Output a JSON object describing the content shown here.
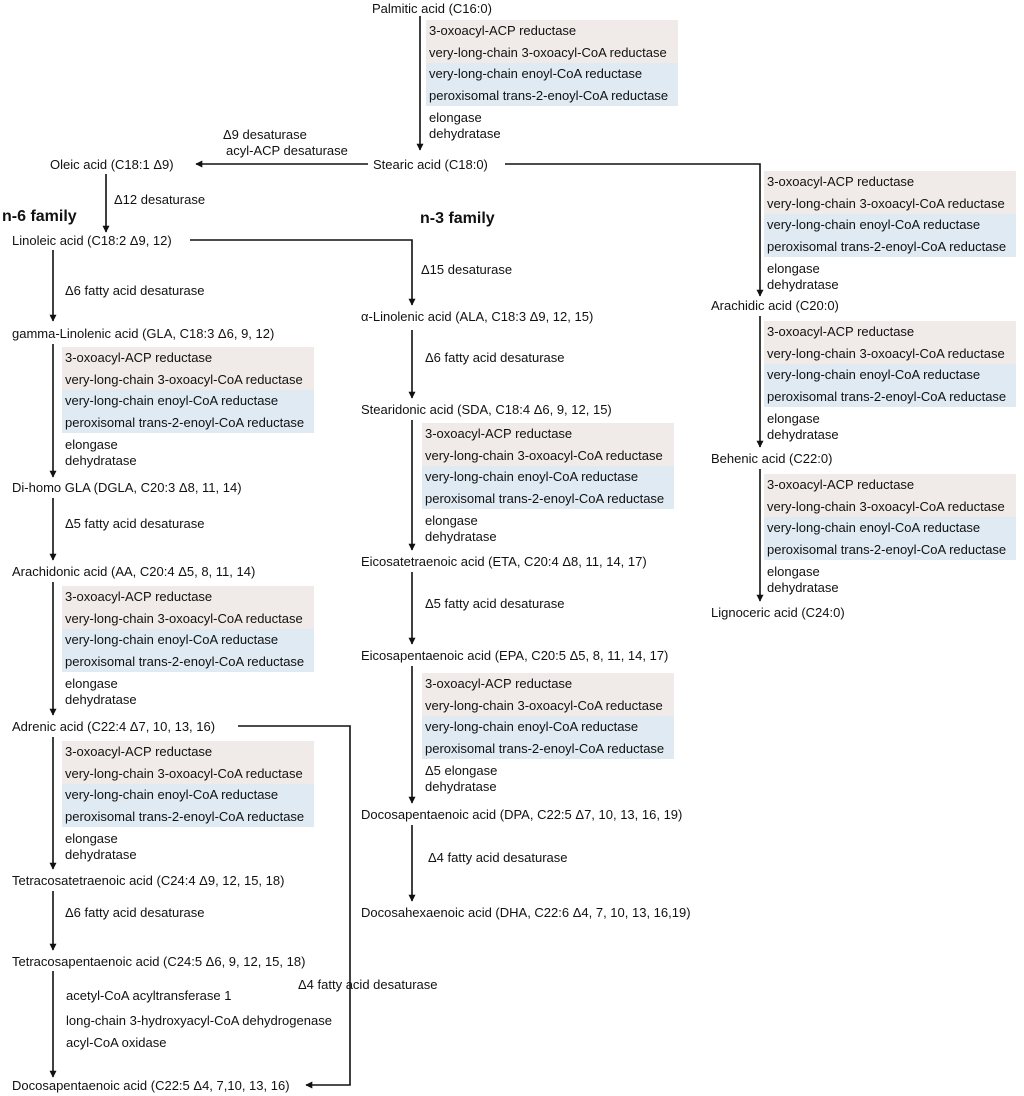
{
  "nodes": {
    "palmitic": "Palmitic acid (C16:0)",
    "stearic": "Stearic acid (C18:0)",
    "oleic": "Oleic acid (C18:1 Δ9)",
    "linoleic": "Linoleic acid (C18:2 Δ9, 12)",
    "gla": "gamma-Linolenic acid (GLA, C18:3 Δ6, 9, 12)",
    "dgla": "Di-homo GLA (DGLA, C20:3 Δ8, 11, 14)",
    "aa": "Arachidonic acid (AA, C20:4 Δ5, 8, 11, 14)",
    "adrenic": "Adrenic acid (C22:4 Δ7, 10, 13, 16)",
    "tetracosatetraenoic": "Tetracosatetraenoic acid (C24:4 Δ9, 12, 15, 18)",
    "tetracosapentaenoic": "Tetracosapentaenoic acid (C24:5 Δ6, 9, 12, 15, 18)",
    "dpa_n6": "Docosapentaenoic acid (C22:5 Δ4, 7,10, 13, 16)",
    "ala": "α-Linolenic acid (ALA, C18:3 Δ9, 12, 15)",
    "sda": "Stearidonic acid (SDA, C18:4 Δ6, 9, 12, 15)",
    "eta": "Eicosatetraenoic acid (ETA, C20:4 Δ8, 11, 14, 17)",
    "epa": "Eicosapentaenoic acid (EPA, C20:5 Δ5, 8, 11, 14, 17)",
    "dpa_n3": "Docosapentaenoic acid (DPA, C22:5 Δ7, 10, 13, 16, 19)",
    "dha": "Docosahexaenoic acid (DHA, C22:6 Δ4, 7, 10, 13, 16,19)",
    "arachidic": "Arachidic acid (C20:0)",
    "behenic": "Behenic acid (C22:0)",
    "lignoceric": "Lignoceric acid (C24:0)"
  },
  "families": {
    "n6": "n-6 family",
    "n3": "n-3 family"
  },
  "enzymes": {
    "oxoacyl_acp_reductase": "3-oxoacyl-ACP reductase",
    "vlc_oxoacyl_coa_reductase": "very-long-chain 3-oxoacyl-CoA reductase",
    "vlc_enoyl_coa_reductase": "very-long-chain enoyl-CoA reductase",
    "peroxisomal_enoyl_coa_reductase": "peroxisomal trans-2-enoyl-CoA reductase",
    "elongase": "elongase",
    "dehydratase": "dehydratase",
    "d5_elongase": "Δ5  elongase",
    "d9_desaturase": "Δ9 desaturase",
    "acyl_acp_desaturase": "acyl-ACP desaturase",
    "d12_desaturase": "Δ12 desaturase",
    "d15_desaturase": "Δ15 desaturase",
    "d6_fatty_acid_desaturase": "Δ6 fatty acid desaturase",
    "d5_fatty_acid_desaturase": "Δ5 fatty acid desaturase",
    "d4_fatty_acid_desaturase": "Δ4 fatty acid desaturase",
    "acetyl_coa_acyltransferase": "acetyl-CoA acyltransferase 1",
    "lc_hydroxyacyl_coa_dehydrogenase": "long-chain 3-hydroxyacyl-CoA dehydrogenase",
    "acyl_coa_oxidase": "acyl-CoA oxidase"
  },
  "colors": {
    "beige_box": "#f0ebe9",
    "blue_box": "#dfeaf2",
    "line": "#111111"
  }
}
